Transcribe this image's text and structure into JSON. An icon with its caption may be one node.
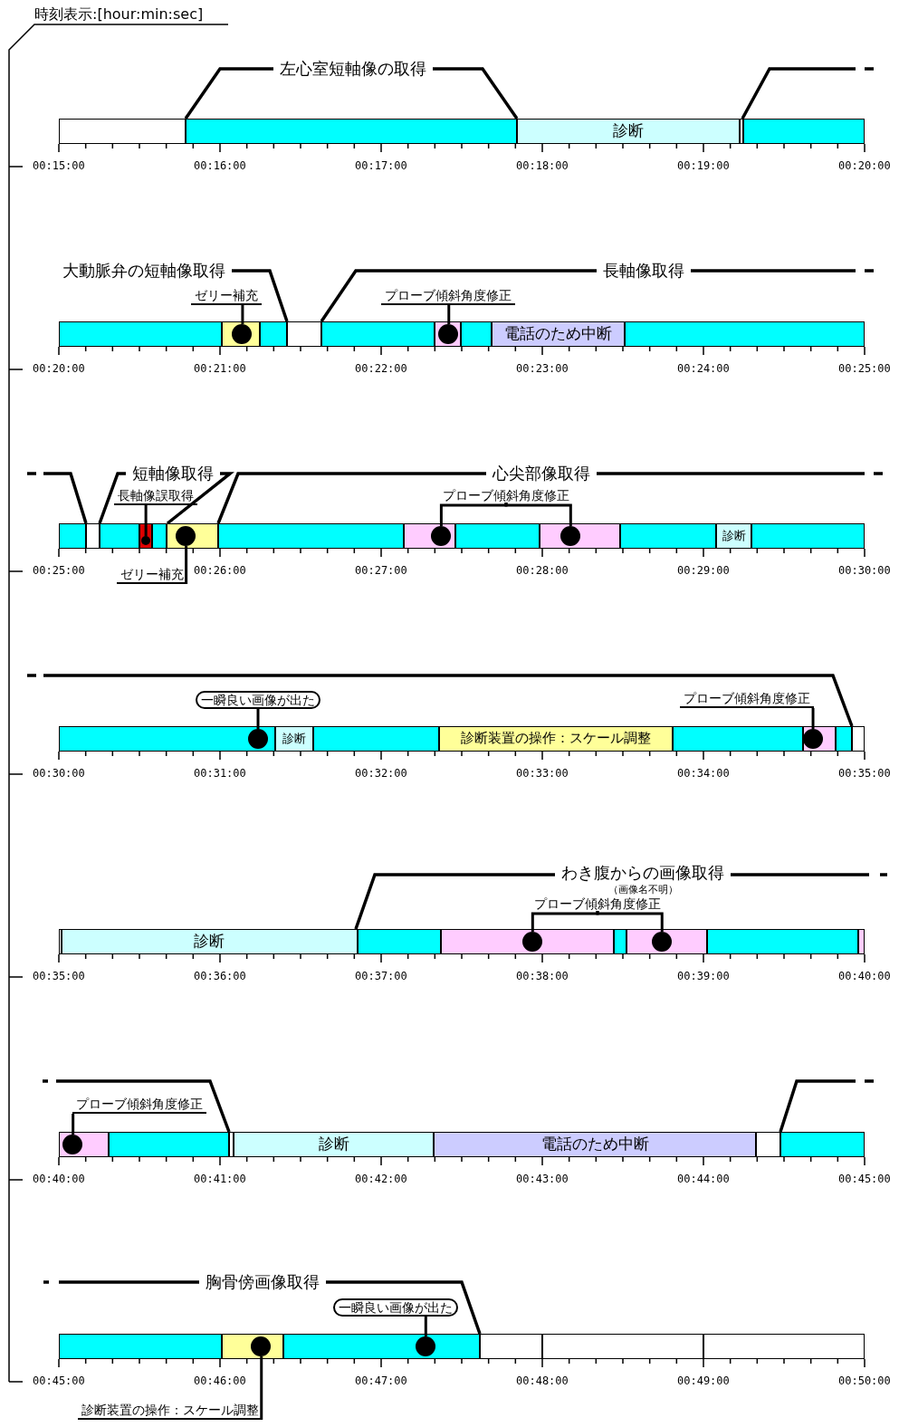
{
  "diagram": {
    "nodes": [
      {
        "text": [],
        "shape": "bar"
      },
      {
        "text": [],
        "shape": "bar"
      },
      {
        "text": [
          "診断"
        ]
      },
      {
        "text": [],
        "shape": "bar"
      },
      {
        "text": [],
        "shape": "bar"
      },
      {
        "text": [
          "ゼリー補充"
        ]
      },
      {
        "text": [
          "プローブ傾斜角度修正"
        ]
      },
      {
        "text": [],
        "shape": "bar"
      },
      {
        "text": [],
        "shape": "bar"
      },
      {
        "text": [],
        "shape": "circle",
        "in": 8
      },
      {
        "text": [],
        "shape": "bar"
      },
      {
        "text": [],
        "shape": "bar"
      },
      {
        "text": [],
        "shape": "bar"
      },
      {
        "text": [],
        "shape": "bar"
      },
      {
        "text": [],
        "shape": "circle",
        "in": 13
      },
      {
        "text": [],
        "shape": "bar"
      },
      {
        "text": [
          "電話のため中断"
        ]
      },
      {
        "text": [],
        "shape": "bar"
      },
      {
        "text": [
          "長軸像誤取得"
        ]
      },
      {
        "text": [
          "プローブ傾斜角度修正"
        ]
      },
      {
        "text": [],
        "shape": "bar"
      },
      {
        "text": [],
        "shape": "bar"
      },
      {
        "text": [],
        "shape": "bar"
      },
      {
        "text": [],
        "shape": "bar"
      },
      {
        "text": [],
        "shape": "circle",
        "in": 23
      },
      {
        "text": [],
        "shape": "bar"
      },
      {
        "text": [],
        "shape": "bar"
      },
      {
        "text": [],
        "shape": "circle",
        "in": 26
      },
      {
        "text": [],
        "shape": "bar"
      },
      {
        "text": [],
        "shape": "bar"
      },
      {
        "text": [],
        "shape": "circle",
        "in": 29
      },
      {
        "text": [],
        "shape": "bar"
      },
      {
        "text": [],
        "shape": "bar"
      },
      {
        "text": [],
        "shape": "circle",
        "in": 32
      },
      {
        "text": [],
        "shape": "bar"
      },
      {
        "text": [
          "診断"
        ]
      },
      {
        "text": [],
        "shape": "bar"
      },
      {
        "text": [
          "ゼリー補充"
        ]
      },
      {
        "text": [
          "一瞬良い画像が出た"
        ]
      },
      {
        "text": [
          "プローブ傾斜角度修正"
        ]
      },
      {
        "text": [],
        "shape": "bar"
      },
      {
        "text": [],
        "shape": "circle",
        "in": 40
      },
      {
        "text": [
          "診断"
        ]
      },
      {
        "text": [],
        "shape": "bar"
      },
      {
        "text": [
          "診断装置の操作：スケール調整"
        ]
      },
      {
        "text": [],
        "shape": "bar"
      },
      {
        "text": [],
        "shape": "bar"
      },
      {
        "text": [],
        "shape": "circle",
        "in": 46
      },
      {
        "text": [],
        "shape": "bar"
      },
      {
        "text": [],
        "shape": "bar"
      },
      {
        "text": [
          "プローブ傾斜角度修正"
        ]
      },
      {
        "text": [],
        "shape": "bar"
      },
      {
        "text": [
          "診断"
        ]
      },
      {
        "text": [],
        "shape": "bar"
      },
      {
        "text": [],
        "shape": "bar"
      },
      {
        "text": [],
        "shape": "circle",
        "in": 54
      },
      {
        "text": [],
        "shape": "bar"
      },
      {
        "text": [],
        "shape": "bar"
      },
      {
        "text": [],
        "shape": "circle",
        "in": 57
      },
      {
        "text": [],
        "shape": "bar"
      },
      {
        "text": [],
        "shape": "bar"
      },
      {
        "text": [
          "プローブ傾斜角度修正"
        ]
      },
      {
        "text": [],
        "shape": "bar"
      },
      {
        "text": [],
        "shape": "circle",
        "in": 62
      },
      {
        "text": [],
        "shape": "bar"
      },
      {
        "text": [],
        "shape": "bar"
      },
      {
        "text": [
          "診断"
        ]
      },
      {
        "text": [
          "電話のため中断"
        ]
      },
      {
        "text": [],
        "shape": "bar"
      },
      {
        "text": [],
        "shape": "bar"
      },
      {
        "text": [
          "一瞬良い画像が出た"
        ]
      },
      {
        "text": [],
        "shape": "bar"
      },
      {
        "text": [],
        "shape": "bar"
      },
      {
        "text": [],
        "shape": "circle",
        "in": 72
      },
      {
        "text": [],
        "shape": "bar"
      },
      {
        "text": [],
        "shape": "circle",
        "in": 74
      },
      {
        "text": [],
        "shape": "bar"
      },
      {
        "text": [],
        "shape": "bar"
      },
      {
        "text": [],
        "shape": "bar"
      },
      {
        "text": [
          "診断装置の操作：スケール調整"
        ]
      }
    ],
    "edges": [
      {
        "from": 5,
        "to": 9,
        "arrow": "none"
      },
      {
        "from": 6,
        "to": 14,
        "arrow": "none"
      },
      {
        "from": 18,
        "to": 24,
        "arrow": "none"
      },
      {
        "from": 19,
        "to": 30,
        "arrow": "none"
      },
      {
        "from": 19,
        "to": 33,
        "arrow": "none"
      },
      {
        "from": 37,
        "to": 27,
        "arrow": "none"
      },
      {
        "from": 38,
        "to": 41,
        "arrow": "none"
      },
      {
        "from": 39,
        "to": 47,
        "arrow": "none"
      },
      {
        "from": 50,
        "to": 55,
        "arrow": "none"
      },
      {
        "from": 50,
        "to": 58,
        "arrow": "none"
      },
      {
        "from": 61,
        "to": 63,
        "arrow": "none"
      },
      {
        "from": 70,
        "to": 75,
        "arrow": "none"
      },
      {
        "from": 79,
        "to": 73,
        "arrow": "none"
      }
    ],
    "labels": [
      "時刻表示:[hour:min:sec]",
      "左心室短軸像の取得",
      "00:15:00",
      "00:16:00",
      "00:17:00",
      "00:18:00",
      "00:19:00",
      "00:20:00",
      "大動脈弁の短軸像取得",
      "長軸像取得",
      "00:20:00",
      "00:21:00",
      "00:22:00",
      "00:23:00",
      "00:24:00",
      "00:25:00",
      "短軸像取得",
      "心尖部像取得",
      "00:25:00",
      "00:26:00",
      "00:27:00",
      "00:28:00",
      "00:29:00",
      "00:30:00",
      "00:30:00",
      "00:31:00",
      "00:32:00",
      "00:33:00",
      "00:34:00",
      "00:35:00",
      "わき腹からの画像取得",
      "（画像名不明）",
      "00:35:00",
      "00:36:00",
      "00:37:00",
      "00:38:00",
      "00:39:00",
      "00:40:00",
      "00:40:00",
      "00:41:00",
      "00:42:00",
      "00:43:00",
      "00:44:00",
      "00:45:00",
      "胸骨傍画像取得",
      "00:45:00",
      "00:46:00",
      "00:47:00",
      "00:48:00",
      "00:49:00",
      "00:50:00"
    ]
  }
}
